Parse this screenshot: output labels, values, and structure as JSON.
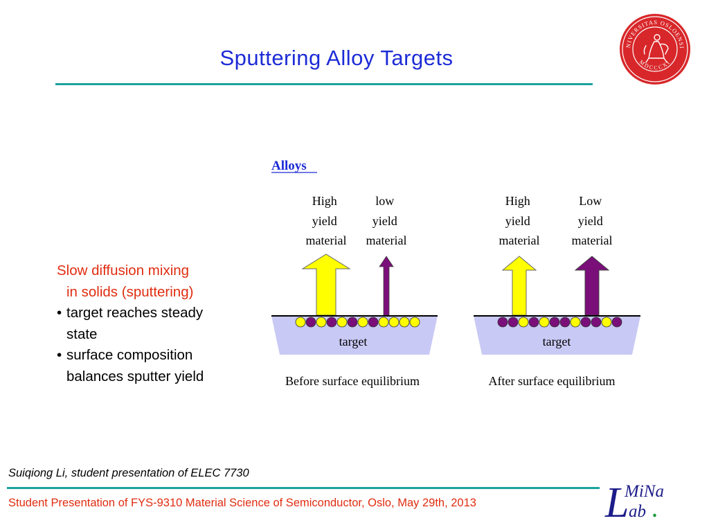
{
  "slide": {
    "title": "Sputtering Alloy Targets",
    "bullets": {
      "lead_line1": "Slow diffusion mixing",
      "lead_line2": "in solids (sputtering)",
      "items": [
        {
          "line1": "target reaches steady",
          "line2": "state"
        },
        {
          "line1": "surface composition",
          "line2": "balances sputter yield"
        }
      ],
      "bullet_glyph": "•"
    },
    "credit": "Suiqiong Li, student presentation of ELEC 7730",
    "footer": "Student Presentation of FYS-9310 Material Science of Semiconductor, Oslo, May 29th, 2013"
  },
  "figure": {
    "heading": "Alloys",
    "before": {
      "left_label": [
        "High",
        "yield",
        "material"
      ],
      "right_label": [
        "low",
        "yield",
        "material"
      ],
      "target_label": "target",
      "caption": "Before surface equilibrium"
    },
    "after": {
      "left_label": [
        "High",
        "yield",
        "material"
      ],
      "right_label": [
        "Low",
        "yield",
        "material"
      ],
      "target_label": "target",
      "caption": "After surface equilibrium"
    },
    "colors": {
      "high_yield": "#ffff00",
      "low_yield": "#7a0f7a",
      "target_fill": "#c9c9f5",
      "heading": "#1c2bd6"
    }
  },
  "seal": {
    "ring_text": "UNIVERSITAS OSLOENSIS",
    "year": "MDCCCXI",
    "color": "#d8272a"
  },
  "logo": {
    "big_letter": "L",
    "top_text": "MiNa",
    "bottom_text": "ab",
    "dot": ".",
    "color": "#1c1c8a",
    "dot_color": "#1a9a3a"
  }
}
